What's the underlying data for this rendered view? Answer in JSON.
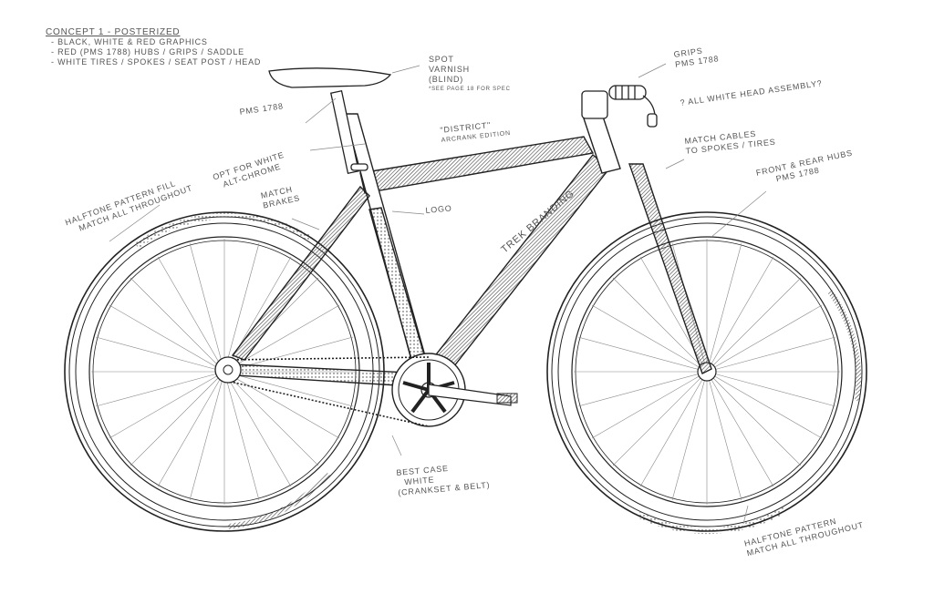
{
  "concept": {
    "title": "Concept 1 - Posterized",
    "bullets": [
      "- Black, White & Red Graphics",
      "- Red (PMS 1788) Hubs / Grips / Saddle",
      "- White Tires / Spokes / Seat Post / Head"
    ]
  },
  "annotations": {
    "spot_varnish": [
      "Spot",
      "Varnish",
      "(Blind)",
      "*See page 18 for spec"
    ],
    "grips": [
      "Grips",
      "PMS 1788"
    ],
    "head_assembly": "? All white head assembly?",
    "cables": [
      "Match cables",
      "to spokes / tires"
    ],
    "hubs": [
      "Front & Rear Hubs",
      "PMS 1788"
    ],
    "district": [
      "\"District\"",
      "Arcrank Edition"
    ],
    "seatpost_clamp": "PMS 1788",
    "white_option": [
      "Opt for white",
      "ALT-Chrome"
    ],
    "brakes": [
      "Match",
      "Brakes"
    ],
    "halftone_rear": [
      "Halftone pattern fill",
      "match all throughout"
    ],
    "logo": "Logo",
    "trek": "Trek Branding",
    "crankset": [
      "Best case",
      "white",
      "(Crankset & Belt)"
    ],
    "halftone_front": [
      "Halftone pattern",
      "match all throughout"
    ]
  },
  "colors": {
    "ink": "#222222",
    "pencil": "#666666",
    "background": "#ffffff"
  }
}
